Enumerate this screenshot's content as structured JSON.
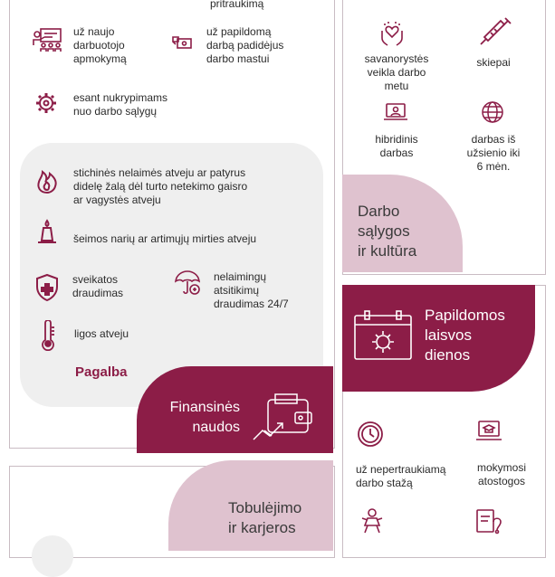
{
  "colors": {
    "maroon": "#8c1d47",
    "pink": "#dfc2cf",
    "grey": "#efefef",
    "border": "#c9bcc3"
  },
  "left_card": {
    "top_fragment": "pritraukimą",
    "items": {
      "training": "už naujo\ndarbuotojo\napmokymą",
      "extra_work": "už papildomą\ndarbą padidėjus\ndarbo mastui",
      "deviations": "esant nukrypimams\nnuo darbo sąlygų"
    }
  },
  "help_box": {
    "disaster": "stichinės nelaimės atveju ar patyrus\ndidelę žalą dėl turto netekimo gaisro\nar vagystės atveju",
    "death": "šeimos narių ar artimųjų mirties atveju",
    "health": "sveikatos\ndraudimas",
    "accident": "nelaimingų\natsitikimų\ndraudimas 24/7",
    "sickness": "ligos atveju",
    "heading": "Pagalba"
  },
  "financial_benefits": {
    "title": "Finansinės\nnaudos"
  },
  "work_conditions": {
    "volunteering": "savanorystės\nveikla darbo\nmetu",
    "vaccines": "skiepai",
    "hybrid": "hibridinis\ndarbas",
    "abroad": "darbas iš\nužsienio iki\n6 mėn.",
    "title": "Darbo\nsąlygos\nir kultūra"
  },
  "extra_days": {
    "title": "Papildomos\nlaisvos\ndienos",
    "seniority": "už nepertraukiamą\ndarbo stažą",
    "study": "mokymosi\natostogos"
  },
  "career": {
    "title": "Tobulėjimo\nir karjeros"
  }
}
